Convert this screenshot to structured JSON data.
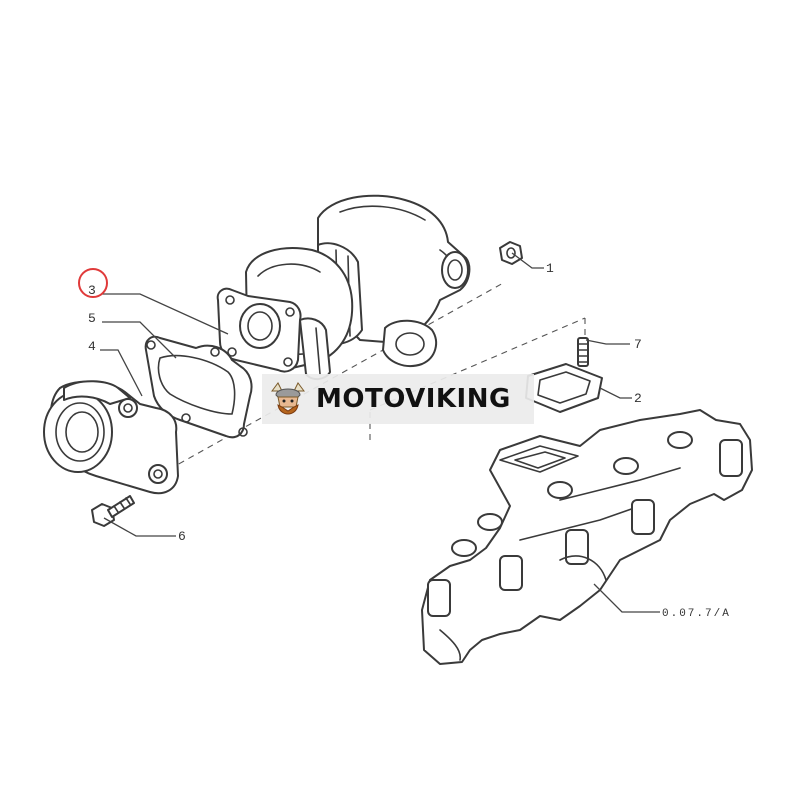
{
  "callouts": {
    "c1": "1",
    "c2": "2",
    "c3": "3",
    "c4": "4",
    "c5": "5",
    "c6": "6",
    "c7": "7",
    "ref": "0.07.7/A"
  },
  "watermark": {
    "brand": "MOTOVIKING",
    "logo_icon": "viking-head-icon"
  },
  "colors": {
    "highlight_circle": "#e03a3a",
    "line": "#3a3a3a",
    "watermark_bg": "#ebebeb"
  }
}
